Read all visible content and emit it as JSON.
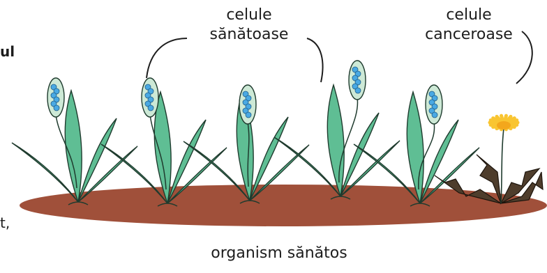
{
  "labels": {
    "healthy_cells": "celule sănătoase",
    "healthy_cells_line1": "celule",
    "healthy_cells_line2": "sănătoase",
    "cancer_cells_line1": "celule",
    "cancer_cells_line2": "canceroase",
    "organism": "organism sănătos"
  },
  "cut_text": {
    "left_bold": "ul",
    "left_bottom": "t,"
  },
  "colors": {
    "soil": "#a0503a",
    "leaf": "#5fbe94",
    "leaf_stroke": "#1f3b2e",
    "bud": "#cde9d6",
    "bud_seeds": "#4aa9e3",
    "dandelion_flower": "#f9c531",
    "weed_leaf": "#4e3d2c",
    "text": "#1d1d1d"
  },
  "icons": [
    "healthy-plant-icon",
    "dandelion-weed-icon",
    "soil-bed-icon"
  ]
}
